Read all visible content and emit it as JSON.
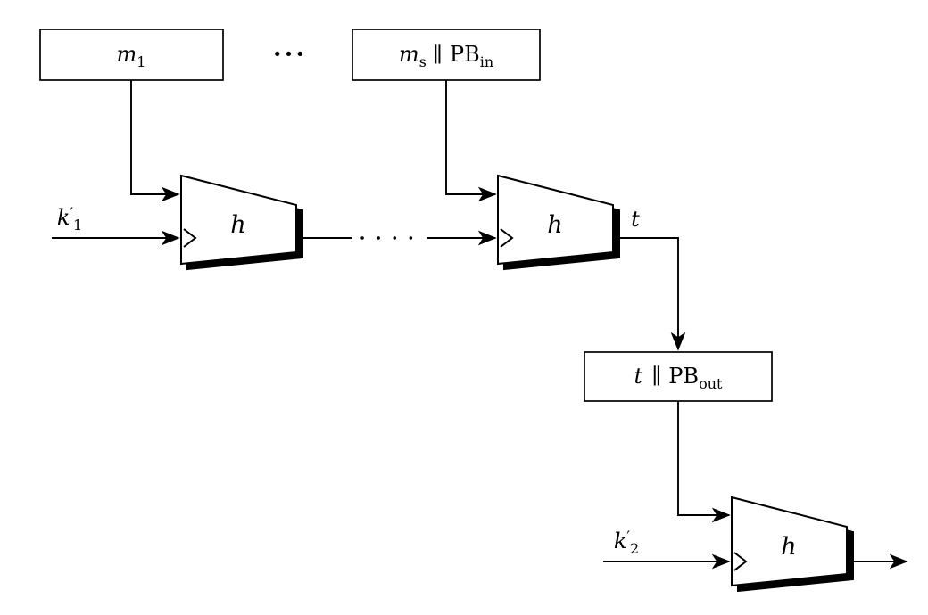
{
  "colors": {
    "background": "#ffffff",
    "stroke": "#000000"
  },
  "labels": {
    "m1": {
      "base": "m",
      "sub": "1"
    },
    "dots_top": "···",
    "ms_pbin": {
      "base": "m",
      "sub": "s",
      "sep": "∥",
      "pb": "PB",
      "pb_sub": "in"
    },
    "k1": {
      "base": "k",
      "prime": "′",
      "sub": "1"
    },
    "h1": "h",
    "h2": "h",
    "h3": "h",
    "t": "t",
    "t_pbout": {
      "base": "t",
      "sep": "∥",
      "pb": "PB",
      "pb_sub": "out"
    },
    "k2": {
      "base": "k",
      "prime": "′",
      "sub": "2"
    }
  }
}
